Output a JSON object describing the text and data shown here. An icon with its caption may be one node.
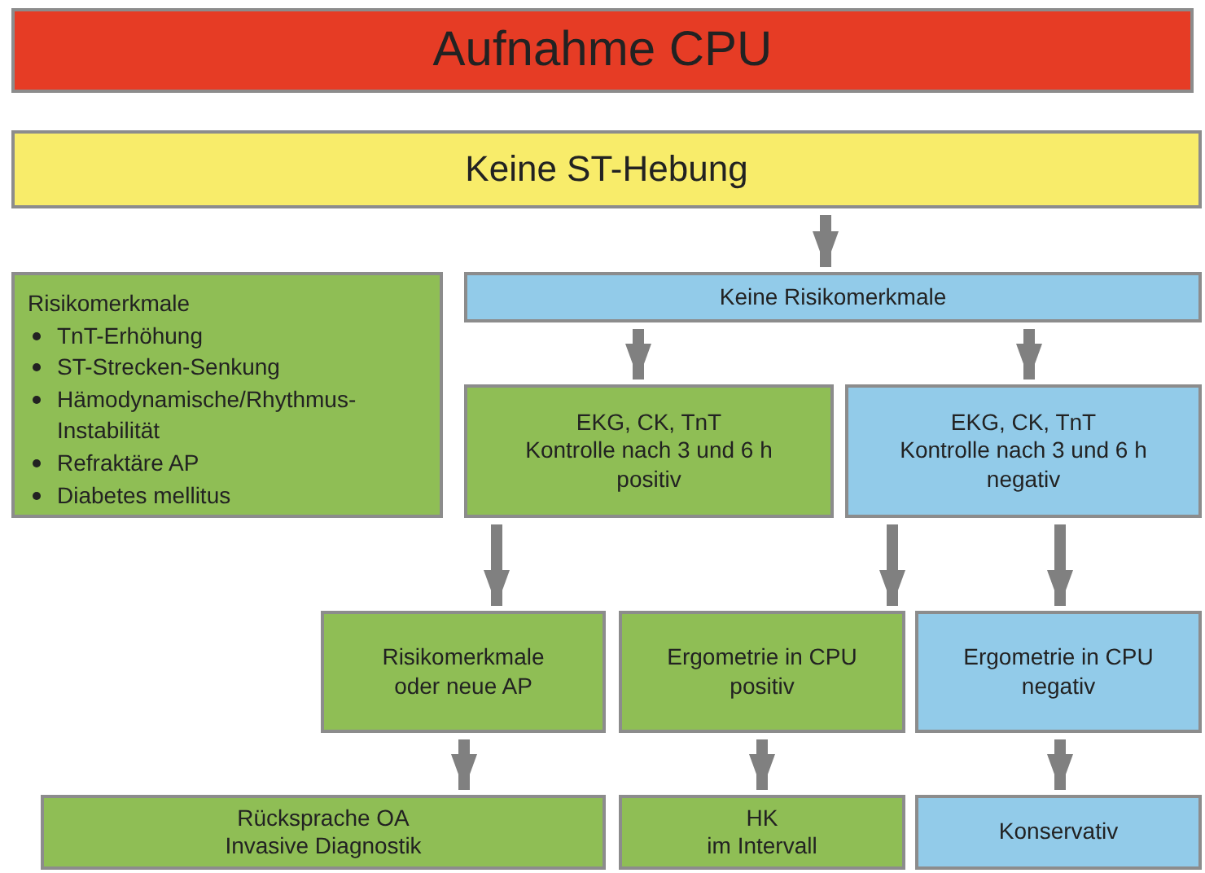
{
  "diagram": {
    "nodes": [
      {
        "text": [
          "Aufnahme CPU"
        ]
      },
      {
        "text": [
          "Keine ST-Hebung"
        ]
      },
      {
        "text": [
          "Risikomerkmale",
          "TnT-Erhöhung",
          "ST-Strecken-Senkung",
          "Hämodynamische/Rhythmus-Instabilität",
          "Refraktäre AP",
          "Diabetes mellitus"
        ]
      },
      {
        "text": [
          "Keine Risikomerkmale"
        ]
      },
      {
        "text": [
          "EKG, CK, TnT",
          "Kontrolle nach 3 und 6 h",
          "positiv"
        ]
      },
      {
        "text": [
          "EKG, CK, TnT",
          "Kontrolle nach 3 und 6 h",
          "negativ"
        ]
      },
      {
        "text": [
          "Risikomerkmale",
          "oder neue AP"
        ]
      },
      {
        "text": [
          "Ergometrie in CPU",
          "positiv"
        ]
      },
      {
        "text": [
          "Ergometrie in CPU",
          "negativ"
        ]
      },
      {
        "text": [
          "Rücksprache OA",
          "Invasive Diagnostik"
        ]
      },
      {
        "text": [
          "HK",
          "im Intervall"
        ]
      },
      {
        "text": [
          "Konservativ"
        ]
      }
    ],
    "edges": [
      {
        "from": 1,
        "to": 3,
        "arrow": "to"
      },
      {
        "from": 3,
        "to": 4,
        "arrow": "to"
      },
      {
        "from": 3,
        "to": 5,
        "arrow": "to"
      },
      {
        "from": 4,
        "to": 6,
        "arrow": "to"
      },
      {
        "from": 5,
        "to": 7,
        "arrow": "to"
      },
      {
        "from": 5,
        "to": 8,
        "arrow": "to"
      },
      {
        "from": 6,
        "to": 9,
        "arrow": "to"
      },
      {
        "from": 7,
        "to": 10,
        "arrow": "to"
      },
      {
        "from": 8,
        "to": 11,
        "arrow": "to"
      }
    ]
  }
}
